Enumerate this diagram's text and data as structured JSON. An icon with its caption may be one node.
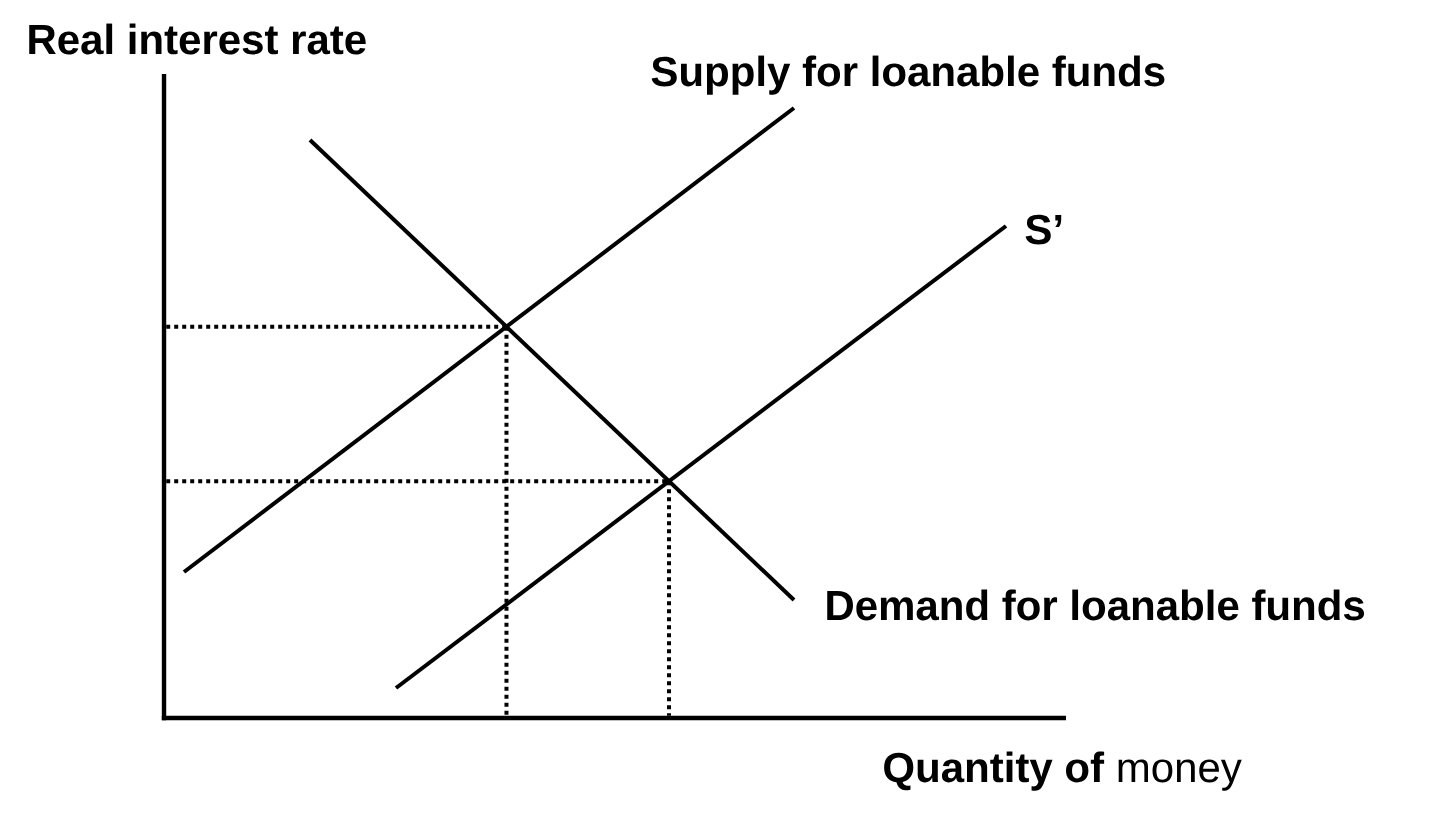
{
  "diagram": {
    "labels": [
      "Real interest rate",
      "Supply for loanable funds",
      "S’",
      "Demand for loanable funds",
      "**Quantity of** money"
    ]
  }
}
